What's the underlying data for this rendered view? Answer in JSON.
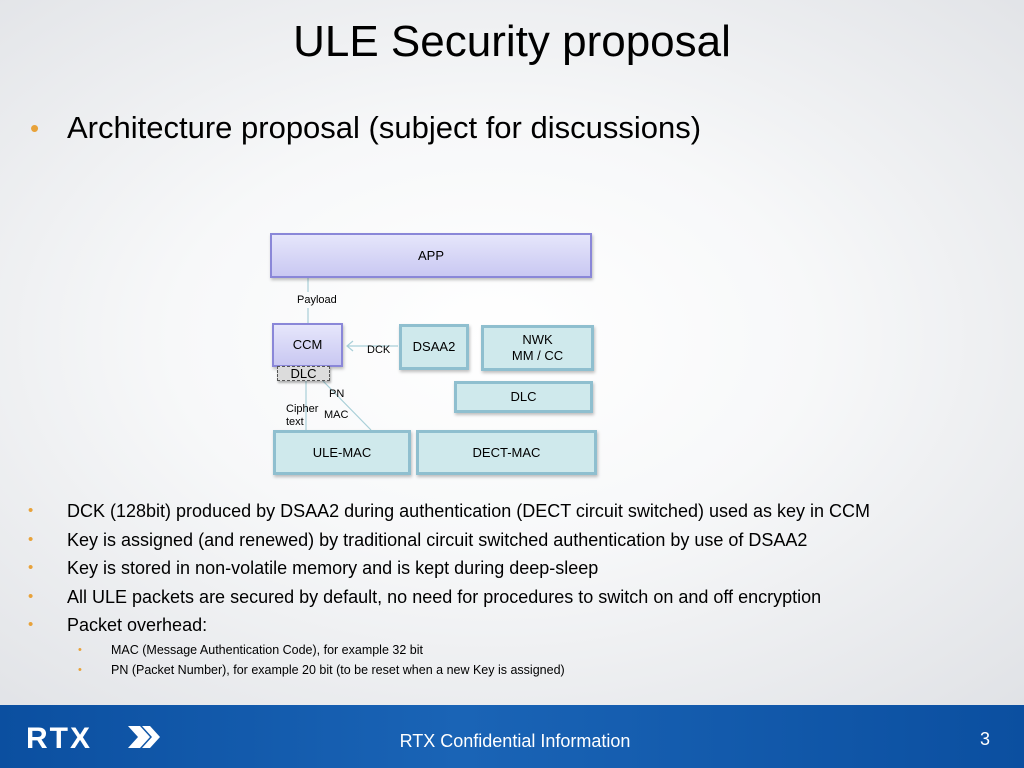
{
  "slide": {
    "title": "ULE Security proposal",
    "main_bullet": "Architecture proposal (subject for discussions)",
    "bullet_glyph": "•"
  },
  "diagram": {
    "app": "APP",
    "payload": "Payload",
    "ccm": "CCM",
    "dlc_small": "DLC",
    "dck": "DCK",
    "dsaa2": "DSAA2",
    "nwk_line1": "NWK",
    "nwk_line2": "MM / CC",
    "dlc": "DLC",
    "pn": "PN",
    "mac": "MAC",
    "cipher_line1": "Cipher",
    "cipher_line2": "text",
    "ule_mac": "ULE-MAC",
    "dect_mac": "DECT-MAC"
  },
  "bullets": [
    "DCK (128bit) produced by DSAA2 during authentication (DECT circuit switched) used as key in CCM",
    "Key is assigned (and renewed) by traditional circuit switched authentication by use of DSAA2",
    "Key is stored in non-volatile memory and is kept during deep-sleep",
    "All ULE packets are secured by default, no need for procedures to switch on and off encryption",
    "Packet overhead:"
  ],
  "sub_bullets": [
    "MAC (Message Authentication Code), for example 32 bit",
    "PN (Packet Number), for example 20 bit (to be reset when a new Key is assigned)"
  ],
  "footer": {
    "logo_text": "RTX",
    "confidential": "RTX Confidential Information",
    "page_number": "3"
  },
  "colors": {
    "accent_bullet": "#e8a23a",
    "footer_blue": "#0b4fa0",
    "box_fill": "#cfe9ec",
    "box_border": "#8fbfcf",
    "app_fill": "#c9c8f2"
  }
}
